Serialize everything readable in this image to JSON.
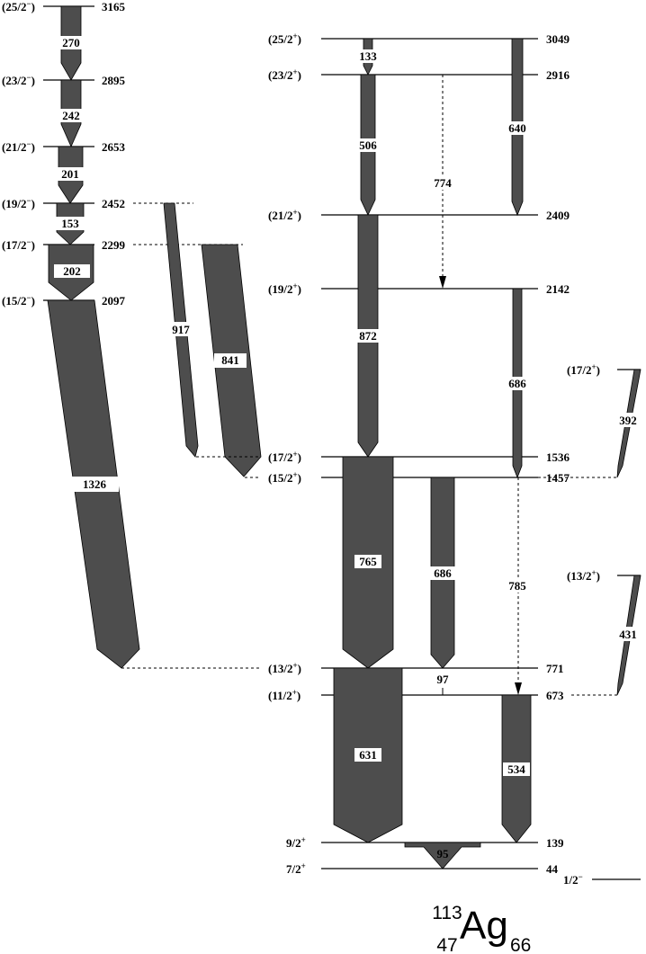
{
  "nucleus": {
    "mass": "113",
    "z": "47",
    "symbol": "Ag",
    "n": "66"
  },
  "levels": [
    {
      "id": "L3165",
      "spin": "(25/2",
      "parity": "−",
      "energy": "3165"
    },
    {
      "id": "L2895",
      "spin": "(23/2",
      "parity": "−",
      "energy": "2895"
    },
    {
      "id": "L2653",
      "spin": "(21/2",
      "parity": "−",
      "energy": "2653"
    },
    {
      "id": "L2452",
      "spin": "(19/2",
      "parity": "−",
      "energy": "2452"
    },
    {
      "id": "L2299",
      "spin": "(17/2",
      "parity": "−",
      "energy": "2299"
    },
    {
      "id": "L2097",
      "spin": "(15/2",
      "parity": "−",
      "energy": "2097"
    },
    {
      "id": "L3049",
      "spin": "(25/2",
      "parity": "+",
      "energy": "3049"
    },
    {
      "id": "L2916",
      "spin": "(23/2",
      "parity": "+",
      "energy": "2916"
    },
    {
      "id": "L2409",
      "spin": "(21/2",
      "parity": "+",
      "energy": "2409"
    },
    {
      "id": "L2142",
      "spin": "(19/2",
      "parity": "+",
      "energy": "2142"
    },
    {
      "id": "L1536",
      "spin": "(17/2",
      "parity": "+",
      "energy": "1536"
    },
    {
      "id": "L1457",
      "spin": "(15/2",
      "parity": "+",
      "energy": "1457"
    },
    {
      "id": "L771",
      "spin": "(13/2",
      "parity": "+",
      "energy": "771"
    },
    {
      "id": "L673",
      "spin": "(11/2",
      "parity": "+",
      "energy": "673"
    },
    {
      "id": "L139",
      "spin": "9/2",
      "parity": "+",
      "energy": "139"
    },
    {
      "id": "L44",
      "spin": "7/2",
      "parity": "+",
      "energy": "44"
    },
    {
      "id": "L0m",
      "spin": "1/2",
      "parity": "−",
      "energy": ""
    },
    {
      "id": "L17",
      "spin": "(17/2",
      "parity": "+",
      "energy": ""
    },
    {
      "id": "L13",
      "spin": "(13/2",
      "parity": "+",
      "energy": ""
    }
  ],
  "transitions": [
    {
      "id": "g270",
      "energy": "270"
    },
    {
      "id": "g242",
      "energy": "242"
    },
    {
      "id": "g201",
      "energy": "201"
    },
    {
      "id": "g153",
      "energy": "153"
    },
    {
      "id": "g202",
      "energy": "202"
    },
    {
      "id": "g1326",
      "energy": "1326"
    },
    {
      "id": "g917",
      "energy": "917"
    },
    {
      "id": "g841",
      "energy": "841"
    },
    {
      "id": "g133",
      "energy": "133"
    },
    {
      "id": "g506",
      "energy": "506"
    },
    {
      "id": "g640",
      "energy": "640"
    },
    {
      "id": "g774",
      "energy": "774"
    },
    {
      "id": "g872",
      "energy": "872"
    },
    {
      "id": "g686a",
      "energy": "686"
    },
    {
      "id": "g392",
      "energy": "392"
    },
    {
      "id": "g765",
      "energy": "765"
    },
    {
      "id": "g686b",
      "energy": "686"
    },
    {
      "id": "g785",
      "energy": "785"
    },
    {
      "id": "g431",
      "energy": "431"
    },
    {
      "id": "g97",
      "energy": "97"
    },
    {
      "id": "g631",
      "energy": "631"
    },
    {
      "id": "g534",
      "energy": "534"
    },
    {
      "id": "g95",
      "energy": "95"
    }
  ]
}
